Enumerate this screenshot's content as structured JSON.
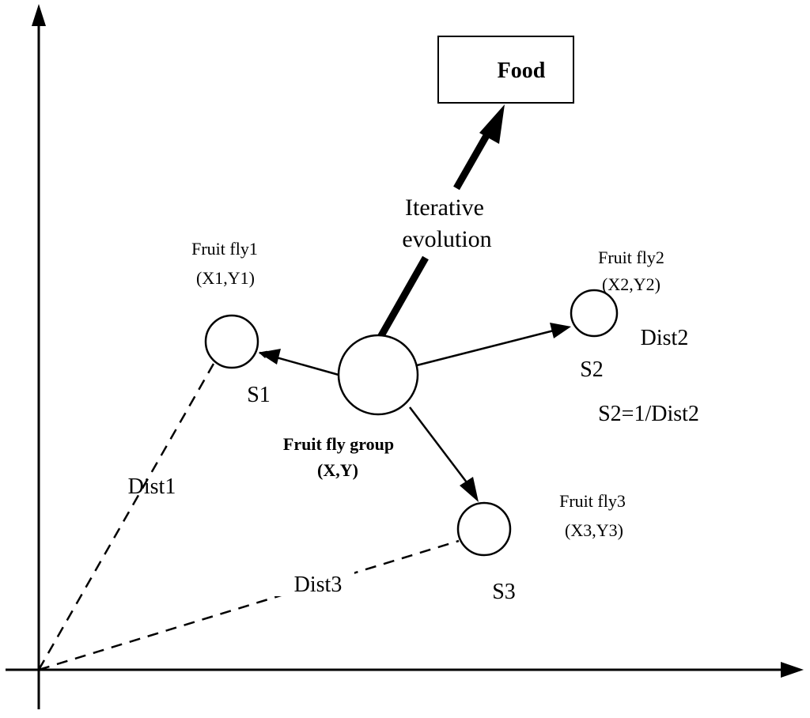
{
  "diagram": {
    "title_hint": "Fruit fly optimization algorithm schematic",
    "colors": {
      "stroke": "#000000",
      "background": "#ffffff"
    },
    "food_box": {
      "label": "Food"
    },
    "evolution_label": {
      "line1": "Iterative",
      "line2": "evolution"
    },
    "group": {
      "name": "Fruit fly group",
      "coords": "(X,Y)"
    },
    "flies": [
      {
        "name": "Fruit fly1",
        "coords": "(X1,Y1)",
        "smell": "S1",
        "dist": "Dist1"
      },
      {
        "name": "Fruit fly2",
        "coords": "(X2,Y2)",
        "smell": "S2",
        "dist": "Dist2"
      },
      {
        "name": "Fruit fly3",
        "coords": "(X3,Y3)",
        "smell": "S3",
        "dist": "Dist3"
      }
    ],
    "formula": "S2=1/Dist2"
  }
}
